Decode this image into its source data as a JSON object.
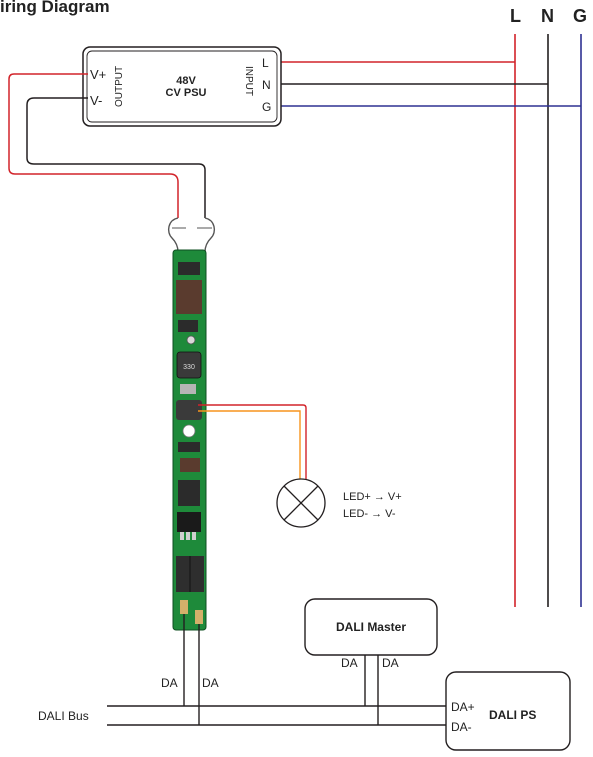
{
  "title": "iring Diagram",
  "mains": {
    "l": "L",
    "n": "N",
    "g": "G"
  },
  "psu": {
    "line1": "48V",
    "line2": "CV PSU",
    "out_plus": "V+",
    "out_minus": "V-",
    "output_label": "OUTPUT",
    "input_label": "INPUT",
    "in_l": "L",
    "in_n": "N",
    "in_g": "G"
  },
  "led_notes": {
    "line1": "LED+ → V+",
    "line2": "LED-  →   V-"
  },
  "dali_master": {
    "label": "DALI Master",
    "da1": "DA",
    "da2": "DA"
  },
  "dali_ps": {
    "label": "DALI PS",
    "da_plus": "DA+",
    "da_minus": "DA-"
  },
  "driver_da": {
    "da1": "DA",
    "da2": "DA"
  },
  "dali_bus": "DALI Bus",
  "colors": {
    "red": "#d2232a",
    "black": "#231f20",
    "blue": "#2e3192",
    "orange": "#f7941d",
    "pcb_green": "#1e8a3a"
  }
}
